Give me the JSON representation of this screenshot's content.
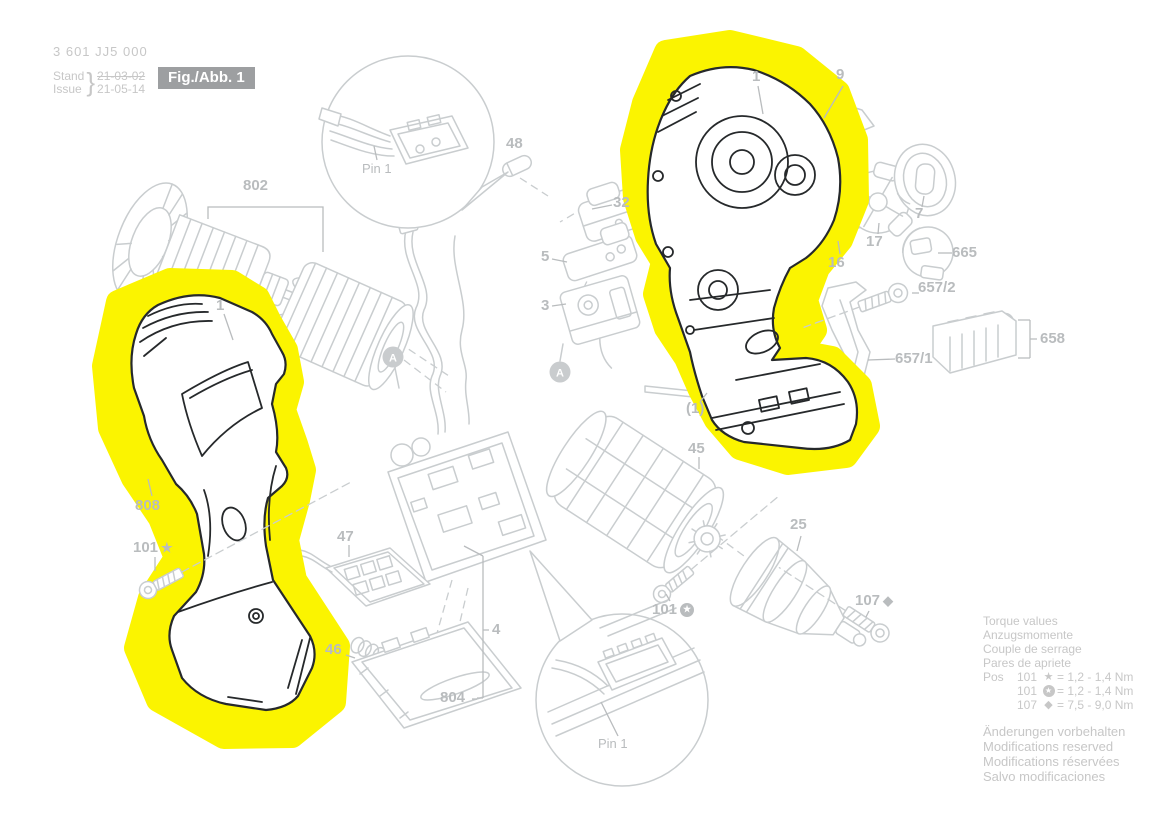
{
  "header": {
    "part_number": "3 601 JJ5 000",
    "stand_label": "Stand",
    "issue_label": "Issue",
    "old_date": "21-03-02",
    "new_date": "21-05-14",
    "fig_label": "Fig./Abb. 1"
  },
  "symbols": {
    "star": "★",
    "diamond": "◆"
  },
  "markers": {
    "a": "A"
  },
  "callouts": {
    "pin1_top": "Pin 1",
    "pin1_bottom": "Pin 1"
  },
  "parts": {
    "802": "802",
    "808": "808",
    "101_star": "101",
    "1_left": "1",
    "47": "47",
    "46": "46",
    "804": "804",
    "4": "4",
    "48": "48",
    "32": "32",
    "5": "5",
    "3": "3",
    "1_right": "1",
    "9": "9",
    "7": "7",
    "17": "17",
    "16": "16",
    "665": "665",
    "657_2": "657/2",
    "657_1": "657/1",
    "658": "658",
    "paren1": "(1)",
    "45": "45",
    "25": "25",
    "101_circle": "101",
    "107": "107"
  },
  "torque_note": {
    "title_lines": [
      "Torque values",
      "Anzugsmomente",
      "Couple de serrage",
      "Pares de apriete"
    ],
    "pos_label": "Pos",
    "rows": [
      {
        "part": "101",
        "symbol": "star",
        "value": "= 1,2 - 1,4 Nm"
      },
      {
        "part": "101",
        "symbol": "circle-star",
        "value": "= 1,2 - 1,4 Nm"
      },
      {
        "part": "107",
        "symbol": "diamond",
        "value": "= 7,5 - 9,0 Nm"
      }
    ]
  },
  "legal_note": {
    "lines": [
      "Änderungen vorbehalten",
      "Modifications reserved",
      "Modifications réservées",
      "Salvo modificaciones"
    ]
  },
  "colors": {
    "highlight": "#FBF400",
    "line_light": "#c9cdcf",
    "line_dark": "#26292b",
    "label": "#b9bcbe",
    "note": "#c7c7c7",
    "figbox": "#9d9fa1"
  }
}
